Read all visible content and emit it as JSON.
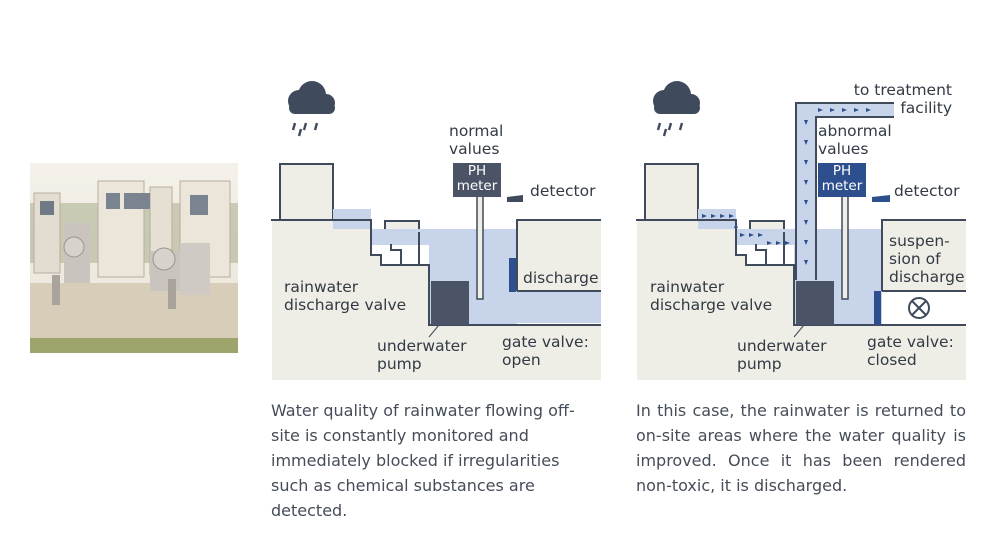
{
  "photo": {
    "icon": "monitoring-equipment-photo"
  },
  "left": {
    "pump": "underwater pump",
    "pump_line1": "underwater",
    "pump_line2": "pump",
    "valve_line1": "rainwater",
    "valve_line2": "discharge valve",
    "values_line1": "normal",
    "values_line2": "values",
    "meter_line1": "PH",
    "meter_line2": "meter",
    "detector": "detector",
    "discharge": "discharge",
    "gate_line1": "gate valve:",
    "gate_line2": "open",
    "caption": "Water quality of rainwater flowing off-site is constantly monitored and immediately blocked if irregularities such as chemical substances are detected."
  },
  "right": {
    "treatment_line1": "to treatment",
    "treatment_line2": "facility",
    "values_line1": "abnormal",
    "values_line2": "values",
    "meter_line1": "PH",
    "meter_line2": "meter",
    "detector": "detector",
    "suspension_line1": "suspen-",
    "suspension_line2": "sion of",
    "suspension_line3": "discharge",
    "valve_line1": "rainwater",
    "valve_line2": "discharge valve",
    "pump_line1": "underwater",
    "pump_line2": "pump",
    "gate_line1": "gate valve:",
    "gate_line2": "closed",
    "caption": "In this case, the rainwater is returned to on-site areas where the water quality is improved. Once it has been rendered non-toxic, it is discharged."
  },
  "colors": {
    "ground": "#eeeee6",
    "water": "#c7d4ea",
    "line": "#3f4a5c",
    "accent": "#2d4f8e",
    "meter": "#4a5466"
  }
}
